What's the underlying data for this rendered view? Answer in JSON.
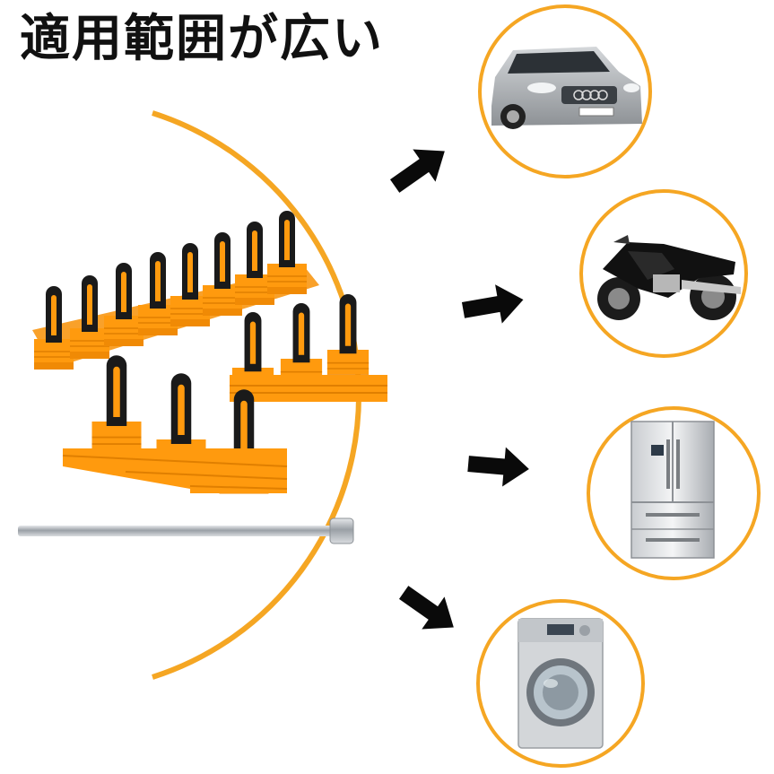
{
  "headline": "適用範囲が広い",
  "colors": {
    "accent_orange": "#F5A623",
    "tab_orange": "#FF9A0E",
    "loop_black": "#1A1A1A",
    "arrow_black": "#0A0A0A",
    "rod_steel": "#B8BCC2"
  },
  "illustrations": [
    {
      "name": "glue-puller-tabs-picture"
    },
    {
      "name": "slide-hammer-rod-picture"
    },
    {
      "name": "car-picture"
    },
    {
      "name": "motorcycle-picture"
    },
    {
      "name": "refrigerator-picture"
    },
    {
      "name": "washing-machine-picture"
    }
  ],
  "icons": [
    "arrow-right-icon"
  ]
}
